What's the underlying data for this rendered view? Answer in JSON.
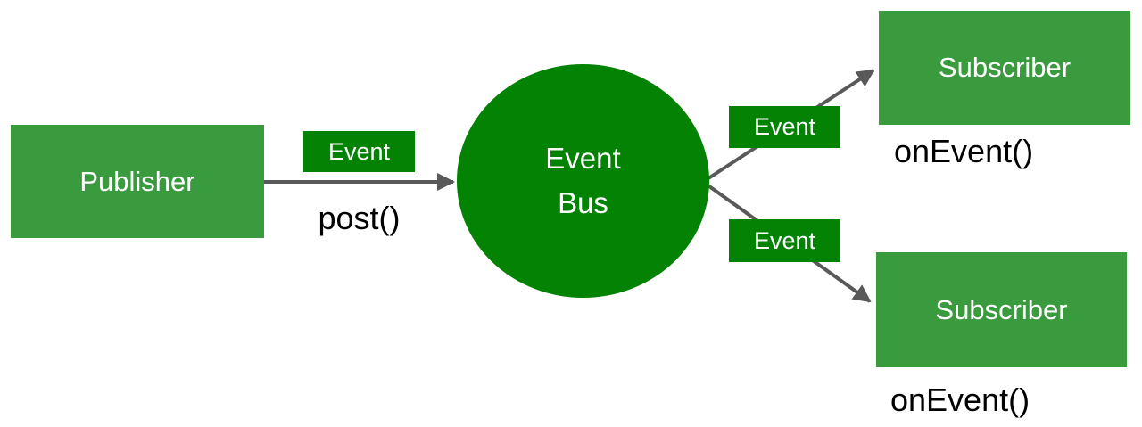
{
  "diagram": {
    "publisher": {
      "label": "Publisher"
    },
    "event_bus": {
      "line1": "Event",
      "line2": "Bus"
    },
    "subscribers": [
      {
        "label": "Subscriber",
        "method_caption": "onEvent()"
      },
      {
        "label": "Subscriber",
        "method_caption": "onEvent()"
      }
    ],
    "edges": [
      {
        "from": "publisher",
        "to": "event_bus",
        "label": "Event",
        "caption": "post()"
      },
      {
        "from": "event_bus",
        "to": "subscriber_1",
        "label": "Event"
      },
      {
        "from": "event_bus",
        "to": "subscriber_2",
        "label": "Event"
      }
    ],
    "colors": {
      "node_green": "#3A9B3E",
      "dark_green": "#048204",
      "arrow_gray": "#595959",
      "caption_black": "#000000",
      "node_text_white": "#FFFFFF",
      "background": "#FFFFFF"
    }
  }
}
